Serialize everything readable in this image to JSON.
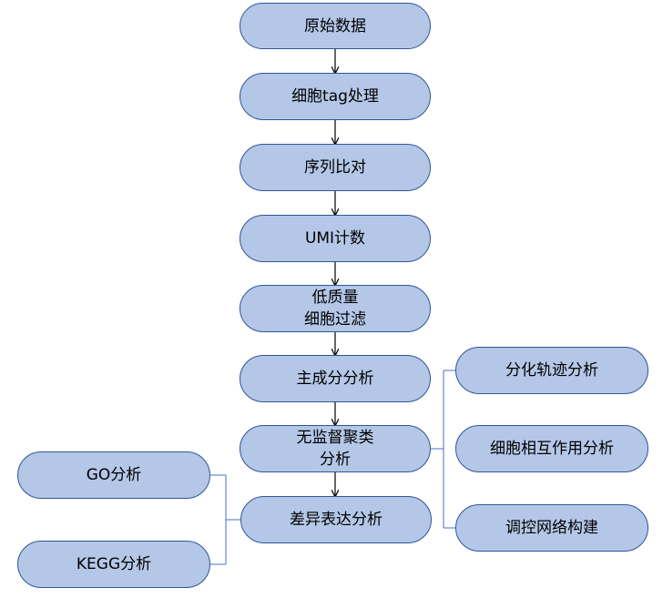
{
  "colors": {
    "node_fill": "#b4c7e7",
    "node_border": "#2f5597",
    "connector": "#000000",
    "bracket": "#4472c4"
  },
  "nodes": {
    "raw_data": "原始数据",
    "tag_processing": "细胞tag处理",
    "sequence_alignment": "序列比对",
    "umi_counting": "UMI计数",
    "low_quality_filter": "低质量\n细胞过滤",
    "pca": "主成分分析",
    "unsupervised_clustering": "无监督聚类\n分析",
    "differential_expression": "差异表达分析",
    "trajectory_analysis": "分化轨迹分析",
    "cell_interaction_analysis": "细胞相互作用分析",
    "regulatory_network": "调控网络构建",
    "go_analysis": "GO分析",
    "kegg_analysis": "KEGG分析"
  }
}
